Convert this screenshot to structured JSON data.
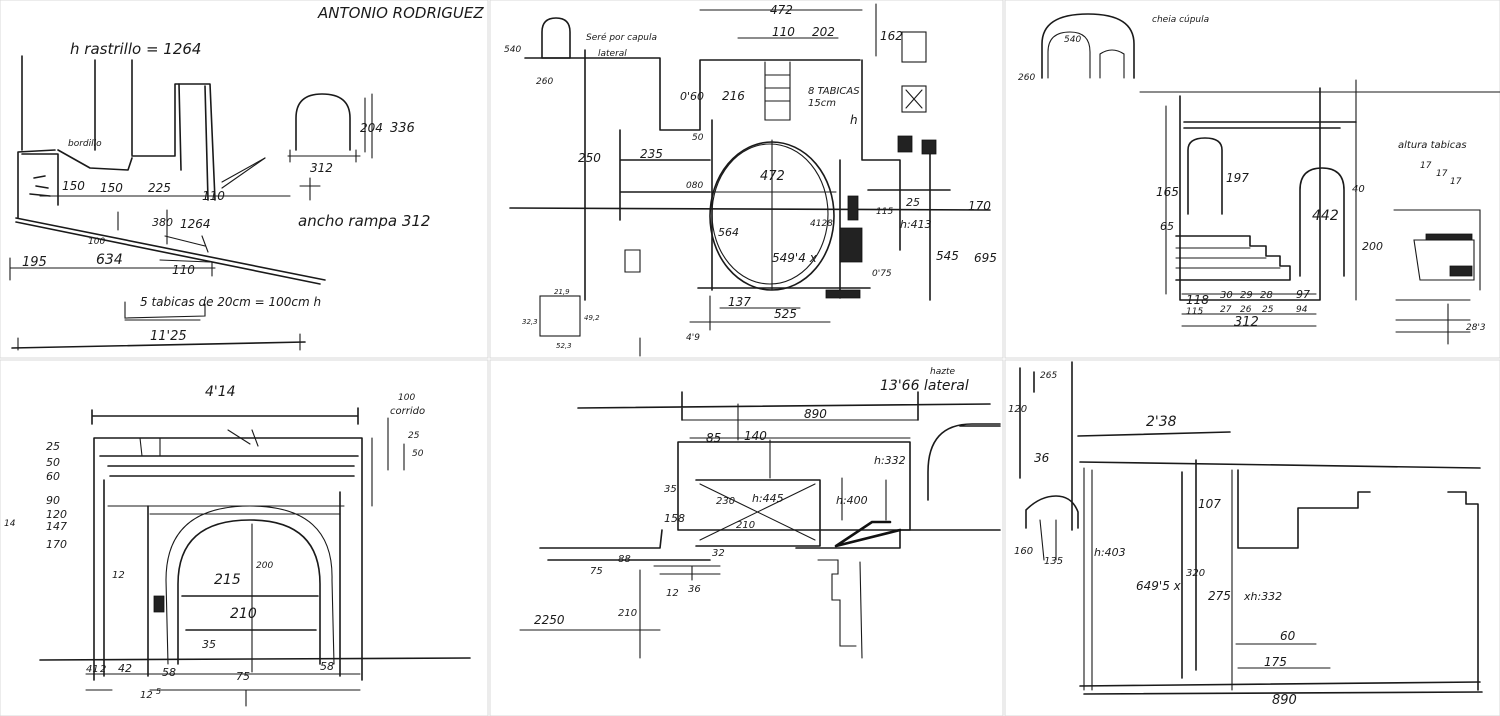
{
  "sheets": {
    "s1": {
      "author": "ANTONIO RODRIGUEZ",
      "top_note": "h rastrillo = 1264",
      "label_bordillo": "bordillo",
      "d_150a": "150",
      "d_150b": "150",
      "d_225": "225",
      "d_110a": "110",
      "d_380": "380",
      "d_1264": "1264",
      "d_100": "100",
      "d_634": "634",
      "d_195": "195",
      "d_110b": "110",
      "note_tabicas": "5 tabicas de 20cm = 100cm h",
      "d_1125": "11'25",
      "d_312": "312",
      "d_204": "204",
      "d_336": "336",
      "note_ramp": "ancho rampa 312"
    },
    "s2": {
      "d_472top": "472",
      "d_110": "110",
      "d_202": "202",
      "d_162": "162",
      "d_540": "540",
      "d_260": "260",
      "note_top": "Seré por capula",
      "note_top2": "lateral",
      "d_060": "0'60",
      "d_216": "216",
      "note_tabicas": "8 TABICAS",
      "note_tabicas2": "15cm",
      "d_250": "250",
      "d_235": "235",
      "d_50": "50",
      "d_080": "080",
      "d_472mid": "472",
      "d_564": "564",
      "d_549": "549'4 x",
      "d_4128": "4128",
      "d_25": "25",
      "d_170": "170",
      "d_115": "115",
      "d_413": "h:413",
      "d_545": "545",
      "d_695": "695",
      "d_075": "0'75",
      "d_137": "137",
      "d_525": "525",
      "d_49": "4'9",
      "sq_a": "21,9",
      "sq_b": "49,2",
      "sq_c": "32,3",
      "sq_d": "52,3",
      "h_label": "h"
    },
    "s3": {
      "note_top": "cheia cúpula",
      "d_540": "540",
      "d_260": "260",
      "d_165": "165",
      "d_197": "197",
      "d_442": "442",
      "d_40": "40",
      "d_200": "200",
      "d_65": "65",
      "d_118": "118",
      "d_30": "30",
      "d_29": "29",
      "d_28": "28",
      "d_97": "97",
      "d_115": "115",
      "d_27": "27",
      "d_26": "26",
      "d_25": "25",
      "d_94": "94",
      "d_312": "312",
      "note_side": "altura tabicas",
      "d_17a": "17",
      "d_17b": "17",
      "d_17c": "17",
      "d_283": "28'3"
    },
    "s4": {
      "d_414": "4'14",
      "note_corrido": "corrido",
      "d_100": "100",
      "d_25": "25",
      "d_50": "50",
      "d_60": "60",
      "d_90": "90",
      "d_120": "120",
      "d_147": "147",
      "d_170": "170",
      "d_25r": "25",
      "d_50r": "50",
      "d_12": "12",
      "d_215": "215",
      "d_200": "200",
      "d_210": "210",
      "d_35": "35",
      "d_75": "75",
      "d_41": "41",
      "d_2": "2",
      "d_42": "42",
      "d_58a": "58",
      "d_58b": "58",
      "d_12b": "12",
      "d_5": "5",
      "d_14": "14"
    },
    "s5": {
      "note_top": "13'66 lateral",
      "note_haz": "hazte",
      "d_890": "890",
      "d_85": "85",
      "d_140": "140",
      "d_332": "h:332",
      "d_35": "35",
      "d_230": "230",
      "d_445": "h:445",
      "d_400": "h:400",
      "d_158": "158",
      "d_210": "210",
      "d_88": "88",
      "d_75": "75",
      "d_32": "32",
      "d_12": "12",
      "d_36": "36",
      "d_2250": "2250",
      "d_210b": "210"
    },
    "s6": {
      "d_265": "265",
      "d_120": "120",
      "d_36": "36",
      "d_238": "2'38",
      "d_160": "160",
      "d_135": "135",
      "d_403": "h:403",
      "d_6495": "649'5 x",
      "d_320": "320",
      "d_275": "275",
      "d_107": "107",
      "d_332": "xh:332",
      "d_60": "60",
      "d_175": "175",
      "d_890": "890"
    }
  }
}
